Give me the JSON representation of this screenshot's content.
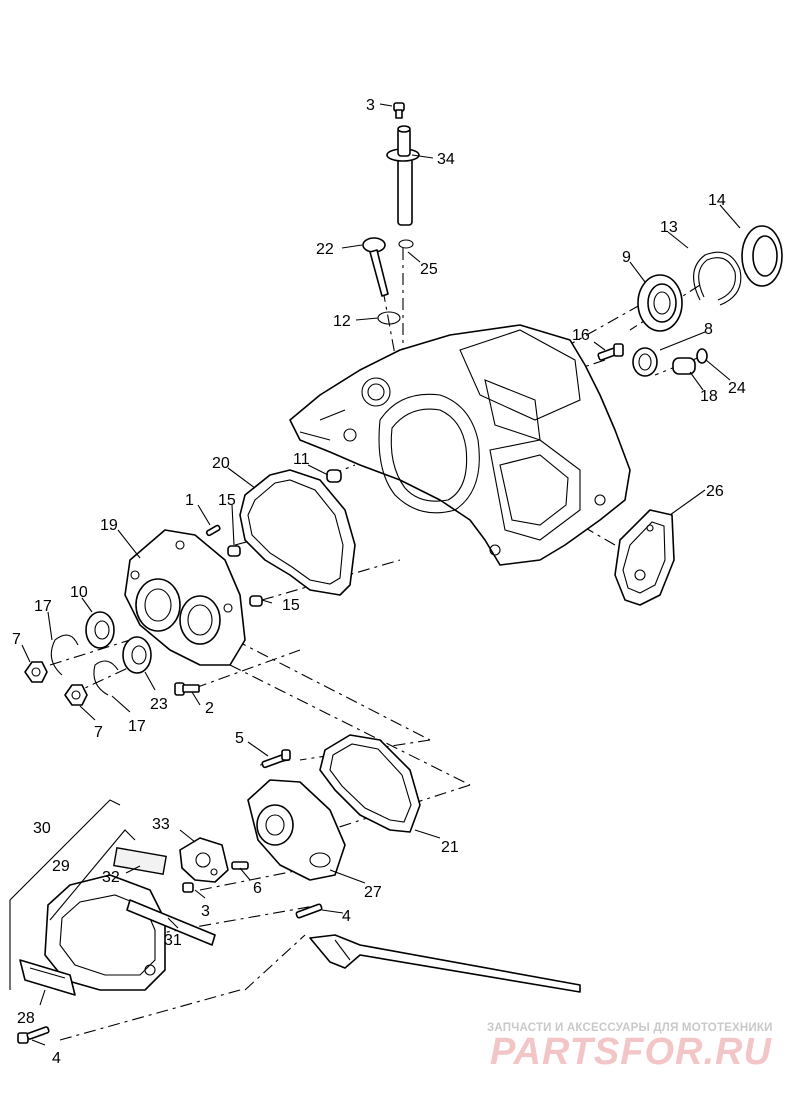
{
  "diagram": {
    "callouts": {
      "n1": "1",
      "n2": "2",
      "n3a": "3",
      "n3b": "3",
      "n4a": "4",
      "n4b": "4",
      "n5": "5",
      "n6": "6",
      "n7a": "7",
      "n7b": "7",
      "n8": "8",
      "n9": "9",
      "n10": "10",
      "n11": "11",
      "n12": "12",
      "n13": "13",
      "n14": "14",
      "n15a": "15",
      "n15b": "15",
      "n16": "16",
      "n17a": "17",
      "n17b": "17",
      "n18": "18",
      "n19": "19",
      "n20": "20",
      "n21": "21",
      "n22": "22",
      "n23": "23",
      "n24": "24",
      "n25": "25",
      "n26": "26",
      "n27": "27",
      "n28": "28",
      "n29": "29",
      "n30": "30",
      "n31": "31",
      "n32": "32",
      "n33": "33",
      "n34": "34"
    }
  },
  "watermark": {
    "tagline": "ЗАПЧАСТИ И АКСЕССУАРЫ ДЛЯ МОТОТЕХНИКИ",
    "brand": "PARTSFOR.RU"
  }
}
